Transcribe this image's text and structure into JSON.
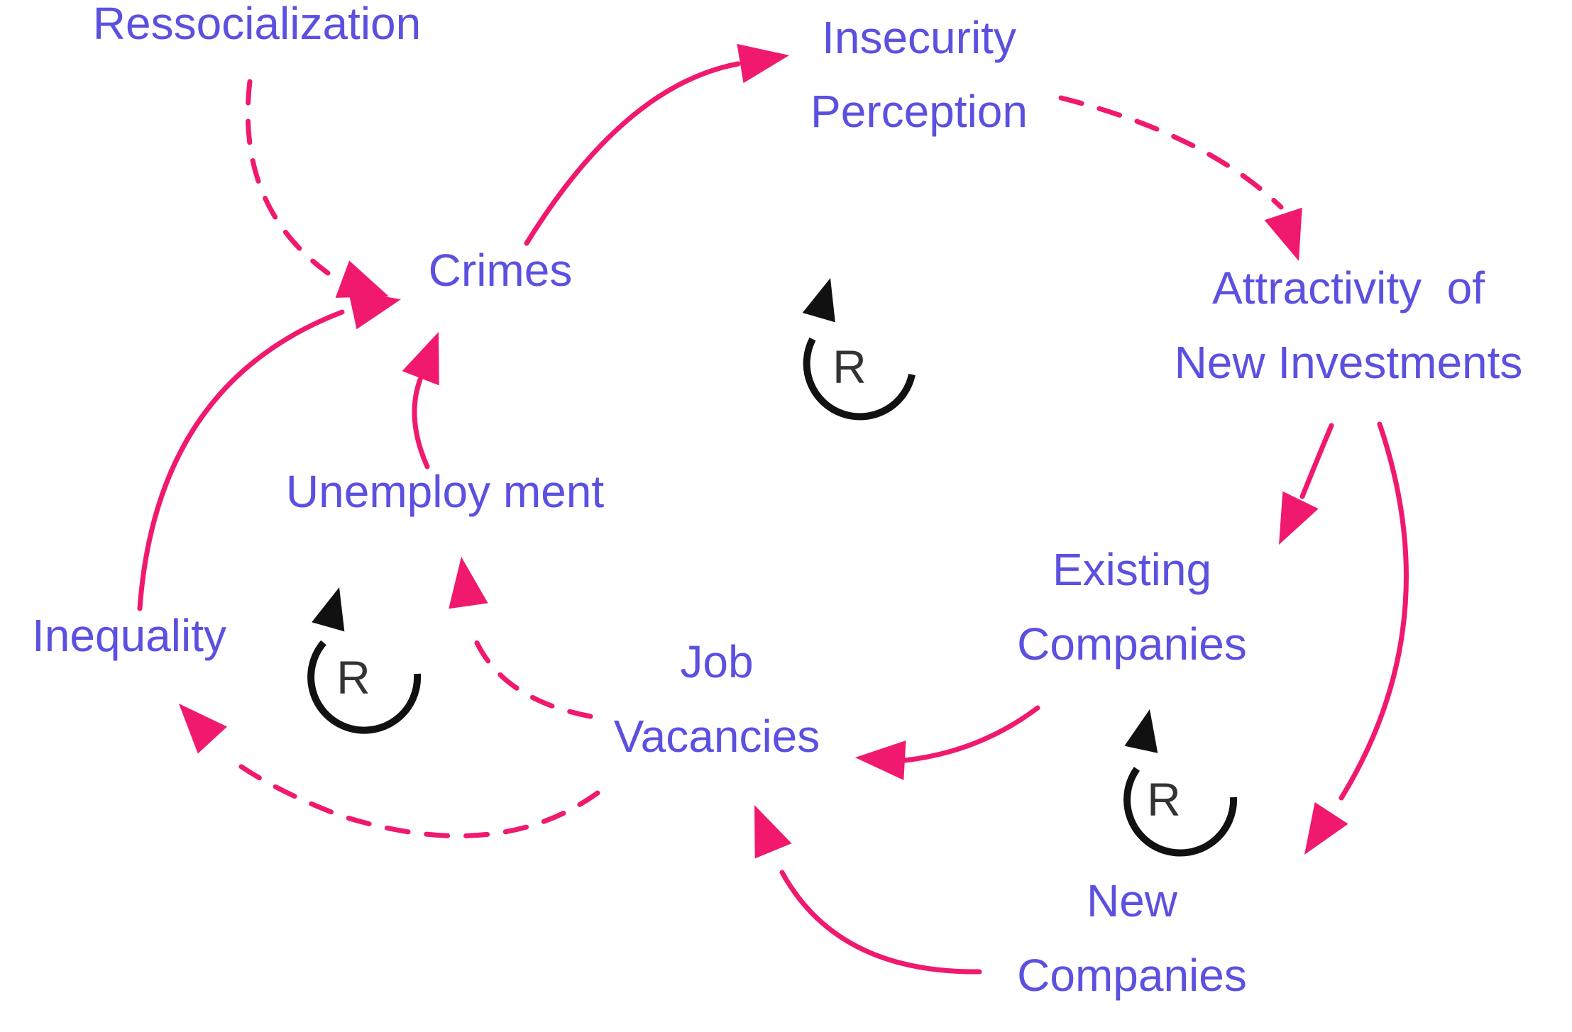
{
  "colors": {
    "link": "#f0196e",
    "node_text": "#5b50e0",
    "loop": "#111111",
    "loop_text": "#333333",
    "background": "#ffffff"
  },
  "nodes": [
    {
      "id": "ressocialization",
      "lines": [
        "Ressocialization"
      ]
    },
    {
      "id": "insecurity",
      "lines": [
        "Insecurity",
        "Perception"
      ]
    },
    {
      "id": "crimes",
      "lines": [
        "Crimes"
      ]
    },
    {
      "id": "attractivity",
      "lines": [
        "Attractivity  of",
        "New Investments"
      ]
    },
    {
      "id": "unemployment",
      "lines": [
        "Unemploy ment"
      ]
    },
    {
      "id": "inequality",
      "lines": [
        "Inequality"
      ]
    },
    {
      "id": "job-vacancies",
      "lines": [
        "Job",
        "Vacancies"
      ]
    },
    {
      "id": "existing-companies",
      "lines": [
        "Existing",
        "Companies"
      ]
    },
    {
      "id": "new-companies",
      "lines": [
        "New",
        "Companies"
      ]
    }
  ],
  "links": [
    {
      "id": "ressocialization-crimes",
      "from": "ressocialization",
      "to": "crimes",
      "style": "dashed"
    },
    {
      "id": "crimes-insecurity",
      "from": "crimes",
      "to": "insecurity",
      "style": "solid"
    },
    {
      "id": "insecurity-attractivity",
      "from": "insecurity",
      "to": "attractivity",
      "style": "dashed"
    },
    {
      "id": "attractivity-existing",
      "from": "attractivity",
      "to": "existing-companies",
      "style": "solid"
    },
    {
      "id": "attractivity-new",
      "from": "attractivity",
      "to": "new-companies",
      "style": "solid"
    },
    {
      "id": "existing-jobvacancies",
      "from": "existing-companies",
      "to": "job-vacancies",
      "style": "solid"
    },
    {
      "id": "new-jobvacancies",
      "from": "new-companies",
      "to": "job-vacancies",
      "style": "solid"
    },
    {
      "id": "jobvacancies-unemployment",
      "from": "job-vacancies",
      "to": "unemployment",
      "style": "dashed"
    },
    {
      "id": "jobvacancies-inequality",
      "from": "job-vacancies",
      "to": "inequality",
      "style": "dashed"
    },
    {
      "id": "unemployment-crimes",
      "from": "unemployment",
      "to": "crimes",
      "style": "solid"
    },
    {
      "id": "inequality-crimes",
      "from": "inequality",
      "to": "crimes",
      "style": "solid"
    }
  ],
  "loops": [
    {
      "id": "loop-main",
      "label": "R"
    },
    {
      "id": "loop-left",
      "label": "R"
    },
    {
      "id": "loop-right",
      "label": "R"
    }
  ]
}
